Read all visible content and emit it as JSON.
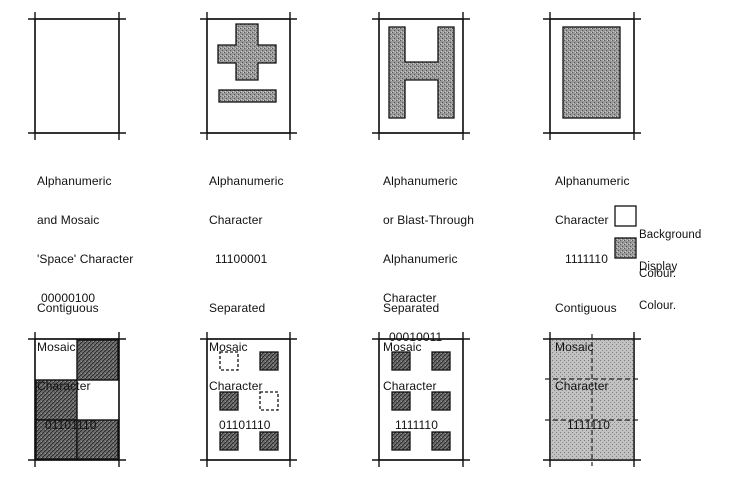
{
  "cells": [
    {
      "id": "space",
      "lines": [
        "Alphanumeric",
        "and Mosaic",
        "'Space' Character"
      ],
      "code": "00000100"
    },
    {
      "id": "plus-minus",
      "lines": [
        "Alphanumeric",
        "Character"
      ],
      "code": "11100001"
    },
    {
      "id": "h-char",
      "lines": [
        "Alphanumeric",
        "or Blast-Through",
        "Alphanumeric",
        "Character"
      ],
      "code": "00010011"
    },
    {
      "id": "block",
      "lines": [
        "Alphanumeric",
        "Character"
      ],
      "code": "1111110"
    },
    {
      "id": "contig-1",
      "lines": [
        "Contiguous",
        "Mosaic",
        "Character"
      ],
      "code": "01101110"
    },
    {
      "id": "sep-1",
      "lines": [
        "Separated",
        "Mosaic",
        "Character"
      ],
      "code": "01101110"
    },
    {
      "id": "sep-2",
      "lines": [
        "Separated",
        "Mosaic",
        "Character"
      ],
      "code": "1111110"
    },
    {
      "id": "contig-2",
      "lines": [
        "Contiguous",
        "Mosaic",
        "Character"
      ],
      "code": "1111110"
    }
  ],
  "legend": [
    {
      "id": "background",
      "lines": [
        "Background",
        "Colour."
      ],
      "fill": "#ffffff"
    },
    {
      "id": "display",
      "lines": [
        "Display",
        "Colour."
      ],
      "fill": "#8a8a8a"
    }
  ],
  "colors": {
    "ink": "#111111",
    "display": "#8a8a8a",
    "display_light": "#b8b8b8"
  }
}
